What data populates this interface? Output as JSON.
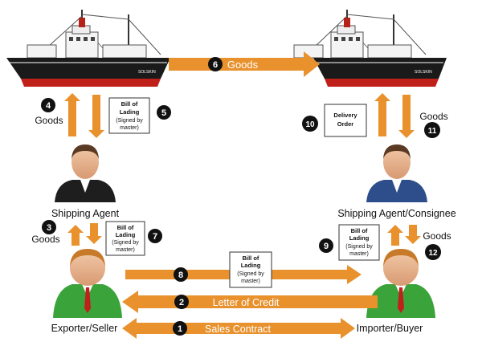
{
  "ships": {
    "left_name": "SOLSKIN",
    "right_name": "SOLSKIN"
  },
  "steps": {
    "s1": {
      "number": "1",
      "label": "Sales Contract"
    },
    "s2": {
      "number": "2",
      "label": "Letter of Credit"
    },
    "s3": {
      "number": "3",
      "label": "Goods"
    },
    "s4": {
      "number": "4",
      "label": "Goods"
    },
    "s5": {
      "number": "5",
      "line1": "Bill of",
      "line2": "Lading",
      "line3": "(Signed by",
      "line4": "master)"
    },
    "s6": {
      "number": "6",
      "label": "Goods"
    },
    "s7": {
      "number": "7",
      "line1": "Bill of",
      "line2": "Lading",
      "line3": "(Signed by",
      "line4": "master)"
    },
    "s8": {
      "number": "8",
      "line1": "Bill of",
      "line2": "Lading",
      "line3": "(Signed by",
      "line4": "master)"
    },
    "s9": {
      "number": "9",
      "line1": "Bill of",
      "line2": "Lading",
      "line3": "(Signed by",
      "line4": "master)"
    },
    "s10": {
      "number": "10",
      "line1": "Delivery",
      "line2": "Order"
    },
    "s11": {
      "number": "11",
      "label": "Goods"
    },
    "s12": {
      "number": "12",
      "label": "Goods"
    }
  },
  "actors": {
    "shipping_agent": "Shipping Agent",
    "shipping_agent_consignee": "Shipping Agent/Consignee",
    "exporter": "Exporter/Seller",
    "importer": "Importer/Buyer"
  },
  "colors": {
    "arrow": "#E8912D",
    "badge": "#111111",
    "hull": "#1a1a1a",
    "hull_red": "#c0201a",
    "agent_suit": "#1e1e1e",
    "consignee_suit": "#2d4e8a",
    "trader_suit": "#3aa33a"
  }
}
